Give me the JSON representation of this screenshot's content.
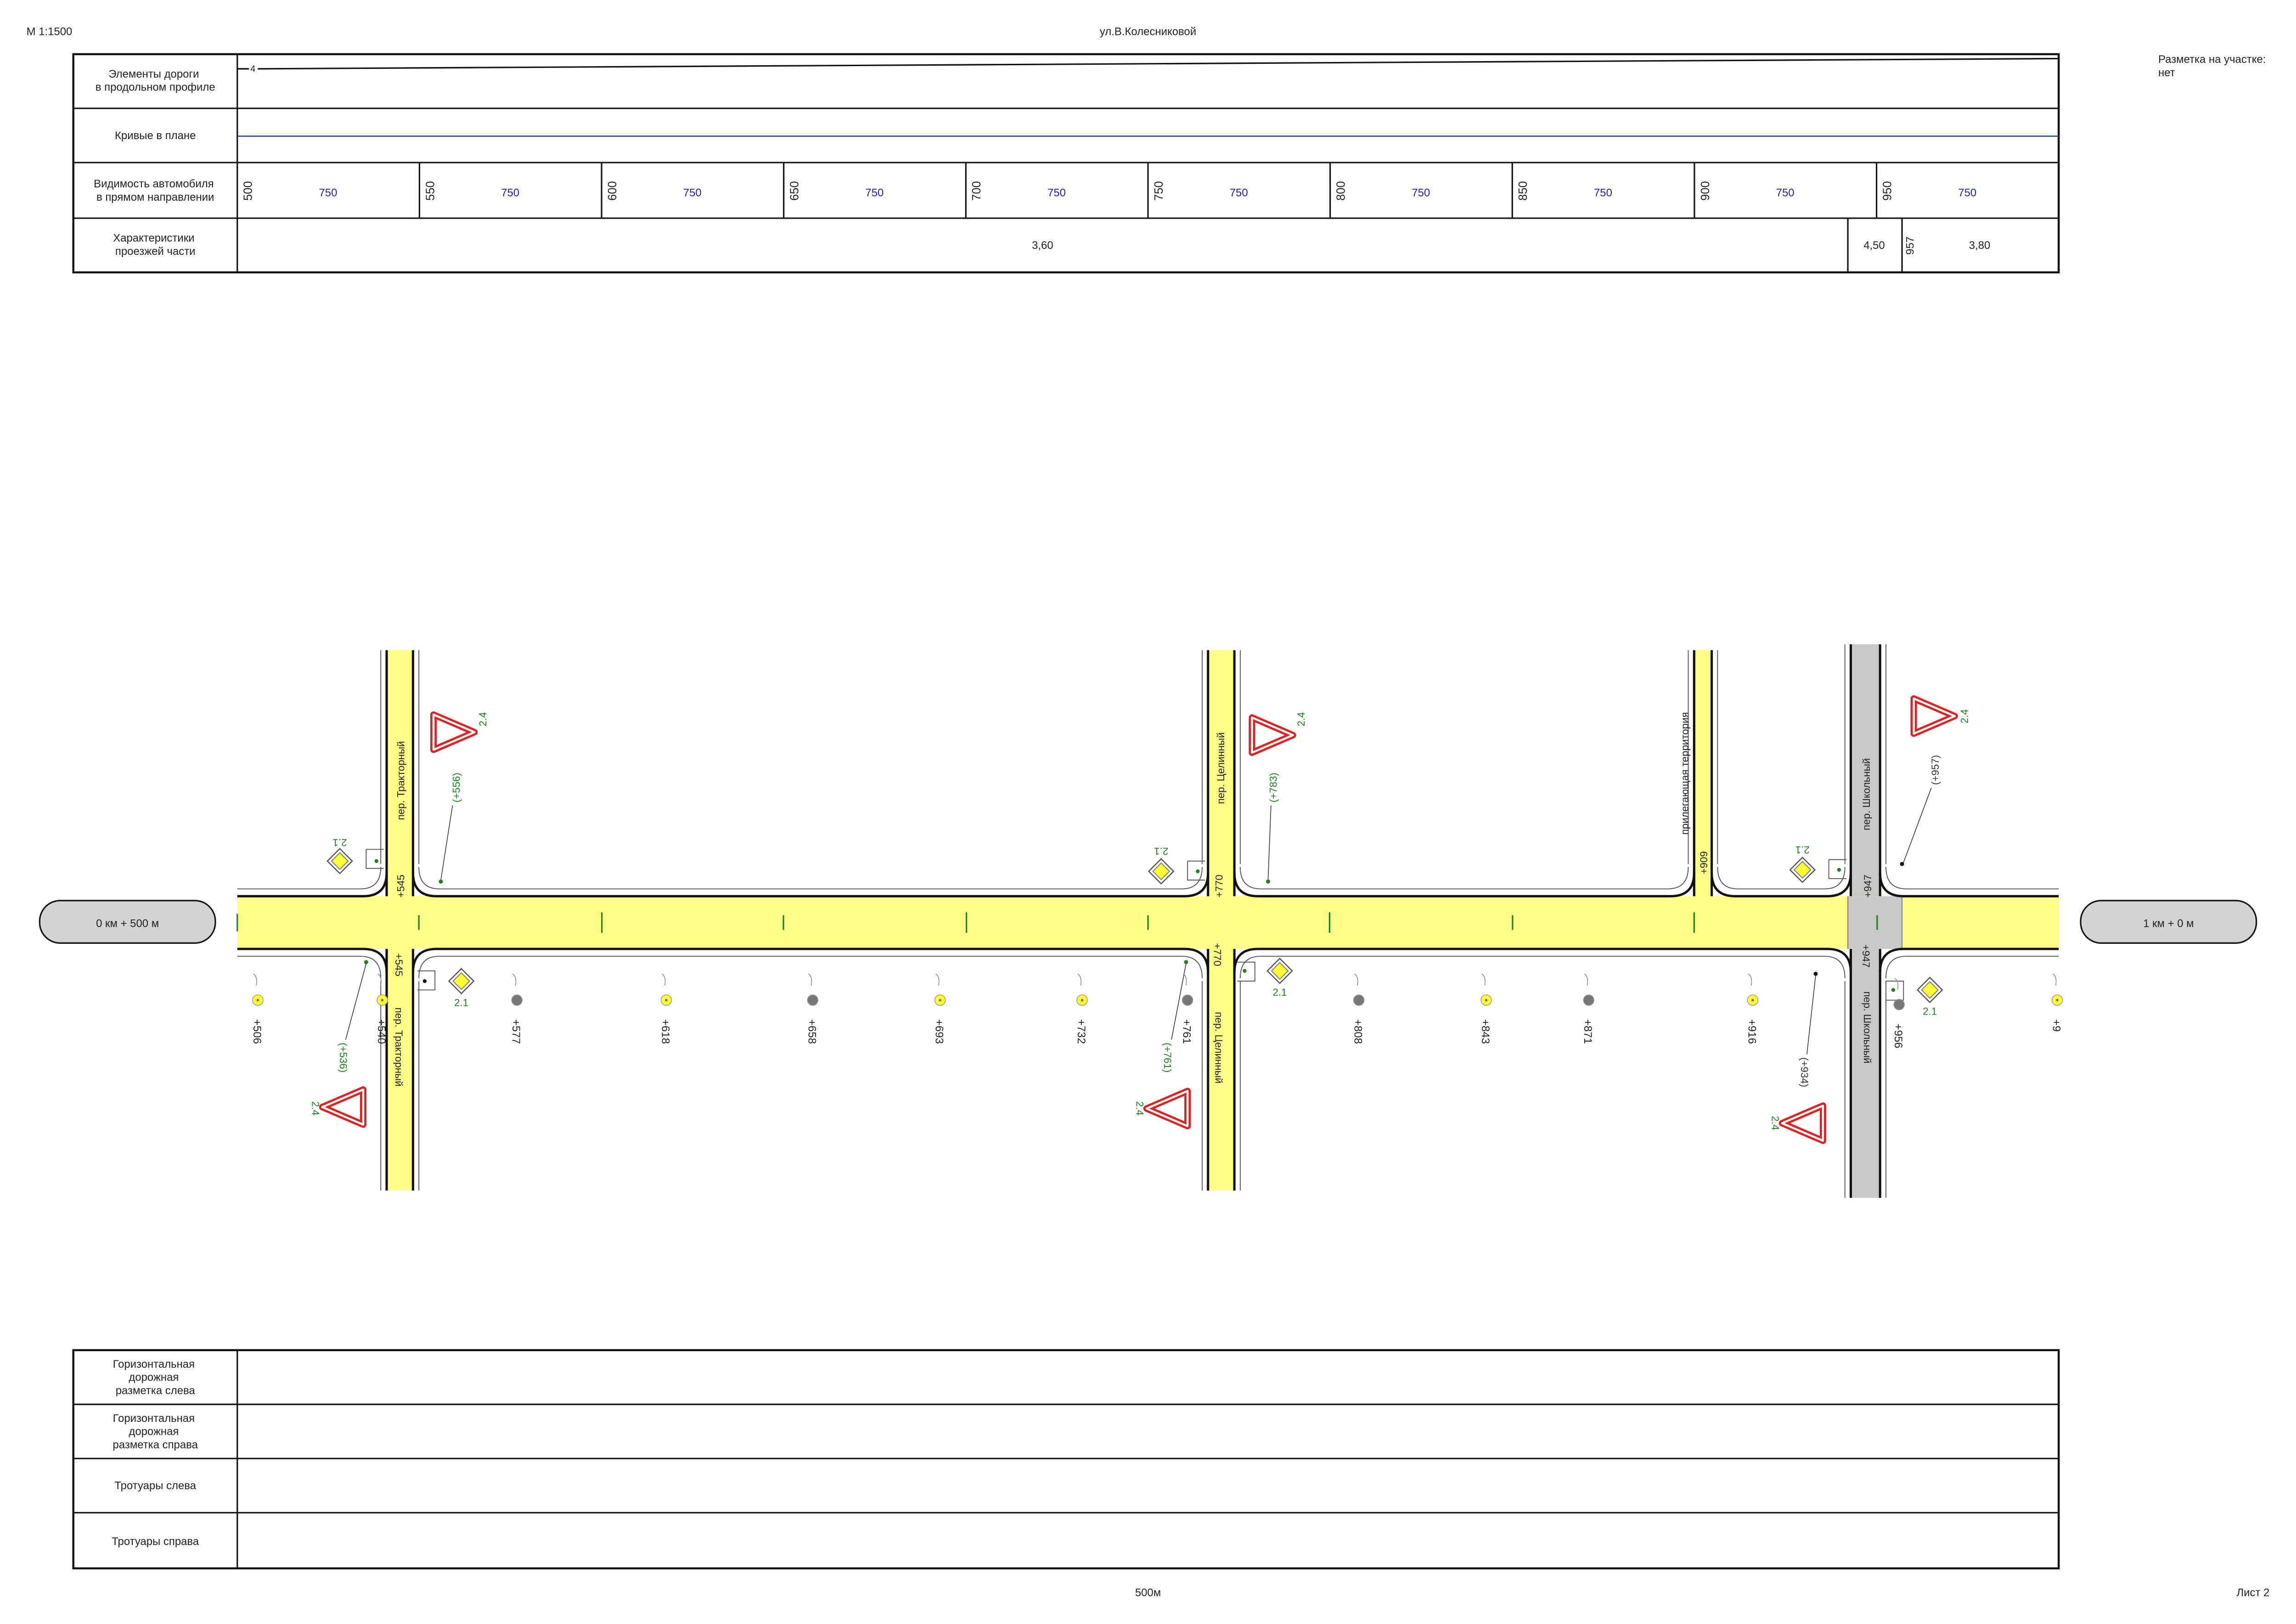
{
  "header": {
    "scale": "М 1:1500",
    "street": "ул.В.Колесниковой",
    "marking_title": "Разметка на участке:",
    "marking_value": "нет"
  },
  "top_table": {
    "rows": [
      "Элементы дороги\nв продольном профиле",
      "Кривые в плане",
      "Видимость автомобиля\nв прямом направлении",
      "Характеристики\nпроезжей части"
    ],
    "profile_mark": "4",
    "visibility": [
      {
        "station": "500",
        "value": "750"
      },
      {
        "station": "550",
        "value": "750"
      },
      {
        "station": "600",
        "value": "750"
      },
      {
        "station": "650",
        "value": "750"
      },
      {
        "station": "700",
        "value": "750"
      },
      {
        "station": "750",
        "value": "750"
      },
      {
        "station": "800",
        "value": "750"
      },
      {
        "station": "850",
        "value": "750"
      },
      {
        "station": "900",
        "value": "750"
      },
      {
        "station": "950",
        "value": "750"
      }
    ],
    "width_main": "3,60",
    "width_mid": "4,50",
    "width_station": "957",
    "width_end": "3,80"
  },
  "plan": {
    "start_label": "0 км + 500 м",
    "end_label": "1 км + 0 м",
    "intersections": [
      {
        "station": "+545",
        "name_top": "пер. Тракторный",
        "name_bottom": "пер. Тракторный"
      },
      {
        "station": "+770",
        "name_top": "пер. Целинный",
        "name_bottom": "пер. Целинный"
      },
      {
        "station": "+909",
        "name_top": "прилегающая территория"
      },
      {
        "station": "+947",
        "name_top": "пер. Школьный",
        "name_bottom": "пер. Школьный"
      }
    ],
    "signs": [
      {
        "code": "2.4",
        "ref": "(+556)"
      },
      {
        "code": "2.4",
        "ref": "(+783)"
      },
      {
        "code": "2.4",
        "ref": "(+957)"
      },
      {
        "code": "2.4",
        "ref": "(+536)"
      },
      {
        "code": "2.4",
        "ref": "(+761)"
      },
      {
        "code": "2.4",
        "ref": "(+934)"
      },
      {
        "code": "2.1"
      },
      {
        "code": "2.1"
      },
      {
        "code": "2.1"
      },
      {
        "code": "2.1"
      },
      {
        "code": "2.1"
      },
      {
        "code": "2.1"
      }
    ],
    "poles": [
      {
        "station": "+506",
        "kind": "yellow"
      },
      {
        "station": "+540",
        "kind": "yellow"
      },
      {
        "station": "+577",
        "kind": "grey"
      },
      {
        "station": "+618",
        "kind": "yellow"
      },
      {
        "station": "+658",
        "kind": "grey"
      },
      {
        "station": "+693",
        "kind": "yellow"
      },
      {
        "station": "+732",
        "kind": "yellow"
      },
      {
        "station": "+761",
        "kind": "grey"
      },
      {
        "station": "+808",
        "kind": "grey"
      },
      {
        "station": "+843",
        "kind": "yellow"
      },
      {
        "station": "+871",
        "kind": "grey"
      },
      {
        "station": "+916",
        "kind": "yellow"
      },
      {
        "station": "+956",
        "kind": "grey"
      },
      {
        "station": "+9",
        "kind": "yellow"
      }
    ]
  },
  "bottom_table": {
    "rows": [
      "Горизонтальная\nдорожная\nразметка слева",
      "Горизонтальная\nдорожная\nразметка справа",
      "Тротуары слева",
      "Тротуары справа"
    ]
  },
  "footer": {
    "length": "500м",
    "sheet": "Лист 2"
  },
  "colors": {
    "road": "#ffff88",
    "gravel": "#c8c8c8",
    "sign_red": "#dd2222",
    "label_green": "#208020",
    "value_blue": "#2222aa",
    "pole_yellow": "#ffff33",
    "pole_grey": "#777777"
  }
}
